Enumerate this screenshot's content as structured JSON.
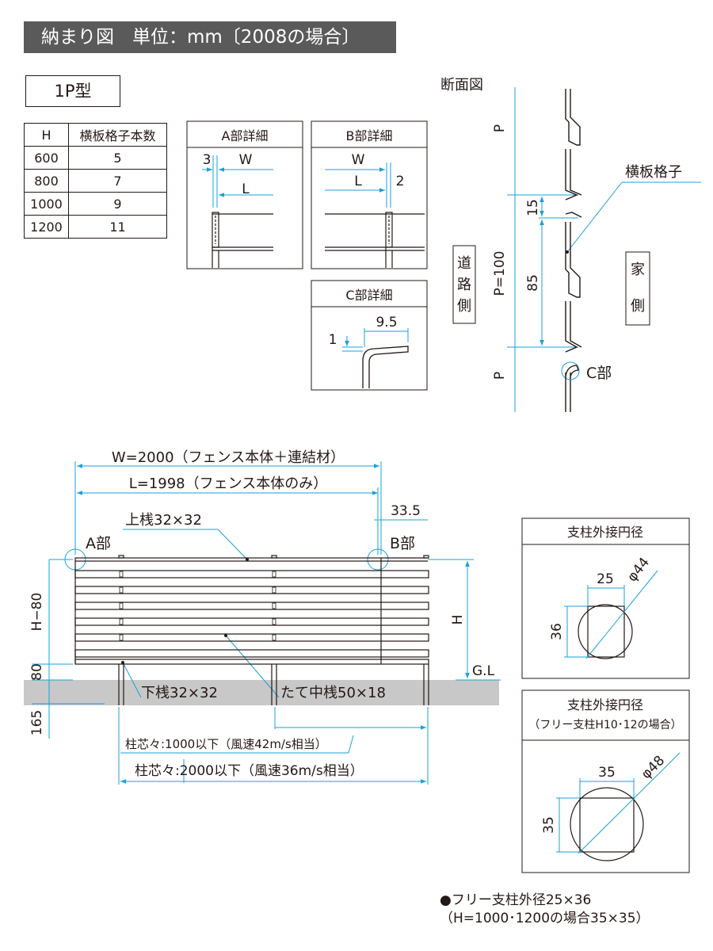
{
  "header": {
    "title": "納まり図　単位：mm〔2008の場合〕"
  },
  "type_label": "1P型",
  "bar_table": {
    "headers": [
      "H",
      "横板格子本数"
    ],
    "rows": [
      [
        "600",
        "5"
      ],
      [
        "800",
        "7"
      ],
      [
        "1000",
        "9"
      ],
      [
        "1200",
        "11"
      ]
    ]
  },
  "detail_a": {
    "title": "A部詳細",
    "dim_3": "3",
    "dim_w": "W",
    "dim_l": "L"
  },
  "detail_b": {
    "title": "B部詳細",
    "dim_w": "W",
    "dim_l": "L",
    "dim_2": "2"
  },
  "detail_c": {
    "title": "C部詳細",
    "dim_95": "9.5",
    "dim_1": "1"
  },
  "section": {
    "title": "断面図",
    "lattice_label": "横板格子",
    "p_top": "P",
    "p_100": "P=100",
    "p_bottom": "P",
    "dim_15": "15",
    "dim_85": "85",
    "road_side": [
      "道",
      "路",
      "側"
    ],
    "house_side": [
      "家",
      "側"
    ],
    "c_part": "C部"
  },
  "elevation": {
    "w_label": "W=2000（フェンス本体＋連結材）",
    "l_label": "L=1998（フェンス本体のみ）",
    "dim_335": "33.5",
    "top_rail": "上桟32×32",
    "bottom_rail": "下桟32×32",
    "mid_rail": "たて中桟50×18",
    "a_part": "A部",
    "b_part": "B部",
    "h_label": "H",
    "gl_label": "G.L",
    "h80_label": "H−80",
    "dim_80": "80",
    "dim_165": "165",
    "pitch_1000": "柱芯々:1000以下（風速42m/s相当）",
    "pitch_2000": "柱芯々:2000以下（風速36m/s相当）"
  },
  "post_circle_1": {
    "title": "支柱外接円径",
    "dim_25": "25",
    "dim_36": "36",
    "diameter": "φ44"
  },
  "post_circle_2": {
    "title": "支柱外接円径",
    "subtitle": "（フリー支柱H10･12の場合）",
    "dim_35a": "35",
    "dim_35b": "35",
    "diameter": "φ48"
  },
  "footnote": {
    "line1": "●フリー支柱外径25×36",
    "line2": "（H=1000･1200の場合35×35）"
  },
  "colors": {
    "dimension": "#1aa0d8",
    "line": "#231815",
    "ground": "#c8c8c8",
    "banner": "#5a5a5a"
  }
}
